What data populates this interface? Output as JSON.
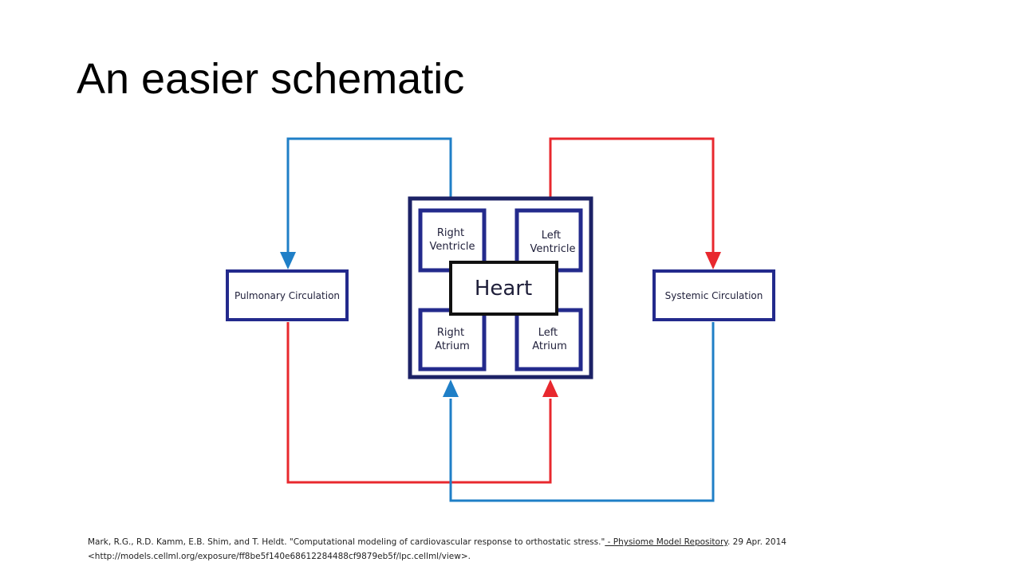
{
  "slide": {
    "title": "An easier schematic"
  },
  "diagram": {
    "nodes": {
      "heart": "Heart",
      "right_ventricle": [
        "Right",
        "Ventricle"
      ],
      "left_ventricle": [
        "Left",
        "Ventricle"
      ],
      "right_atrium": [
        "Right",
        "Atrium"
      ],
      "left_atrium": [
        "Left",
        "Atrium"
      ],
      "pulmonary": "Pulmonary Circulation",
      "systemic": "Systemic Circulation"
    },
    "colors": {
      "box_border": "#232a8c",
      "heart_outer": "#1c2266",
      "heart_core": "#111111",
      "deoxygenated": "#1f7fc7",
      "oxygenated": "#e8282e"
    }
  },
  "citation": {
    "authors_title": "Mark, R.G., R.D. Kamm, E.B. Shim, and T. Heldt. \"Computational  modeling of cardiovascular response to orthostatic stress.\"",
    "link_text": " - Physiome Model Repository",
    "date": ". 29 Apr. 2014",
    "url_line": "<http://models.cellml.org/exposure/ff8be5f140e68612284488cf9879eb5f/lpc.cellml/view>."
  }
}
